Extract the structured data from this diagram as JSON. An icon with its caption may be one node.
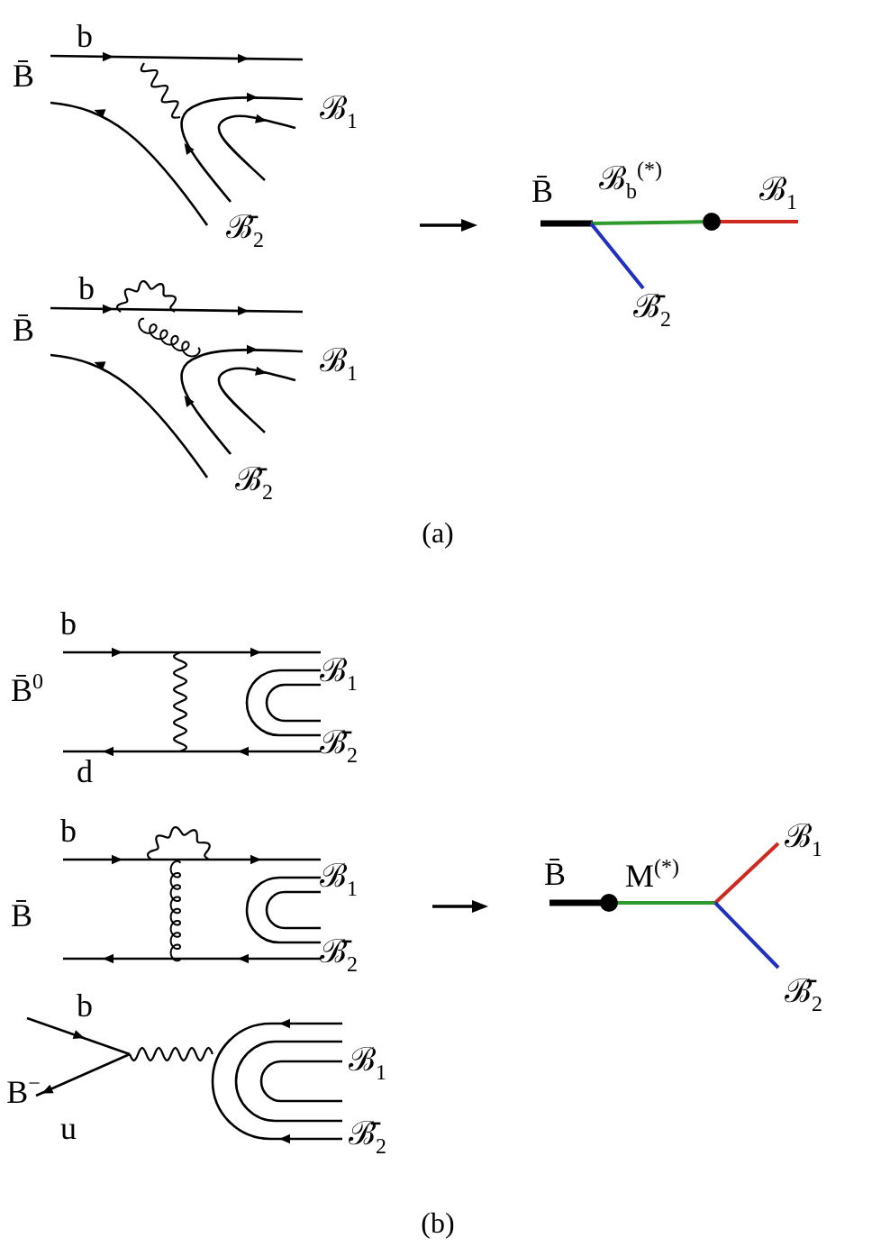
{
  "diagram": {
    "labels": [
      "b",
      "B̄",
      "ℬ$_{1}$",
      "ℬ̄$_{2}$",
      "B̄",
      "ℬ$_{b}$$^{(*)}$",
      "ℬ$_{1}$",
      "ℬ̄$_{2}$",
      "b",
      "B̄",
      "ℬ$_{1}$",
      "ℬ̄$_{2}$",
      "(a)",
      "b",
      "B̄$^{0}$",
      "ℬ$_{1}$",
      "d",
      "ℬ̄$_{2}$",
      "b",
      "ℬ$_{1}$",
      "B̄",
      "ℬ̄$_{2}$",
      "B̄",
      "M$^{(*)}$",
      "ℬ$_{1}$",
      "ℬ̄$_{2}$",
      "b",
      "ℬ$_{1}$",
      "B$^{−}$",
      "u",
      "ℬ̄$_{2}$",
      "(b)"
    ]
  }
}
